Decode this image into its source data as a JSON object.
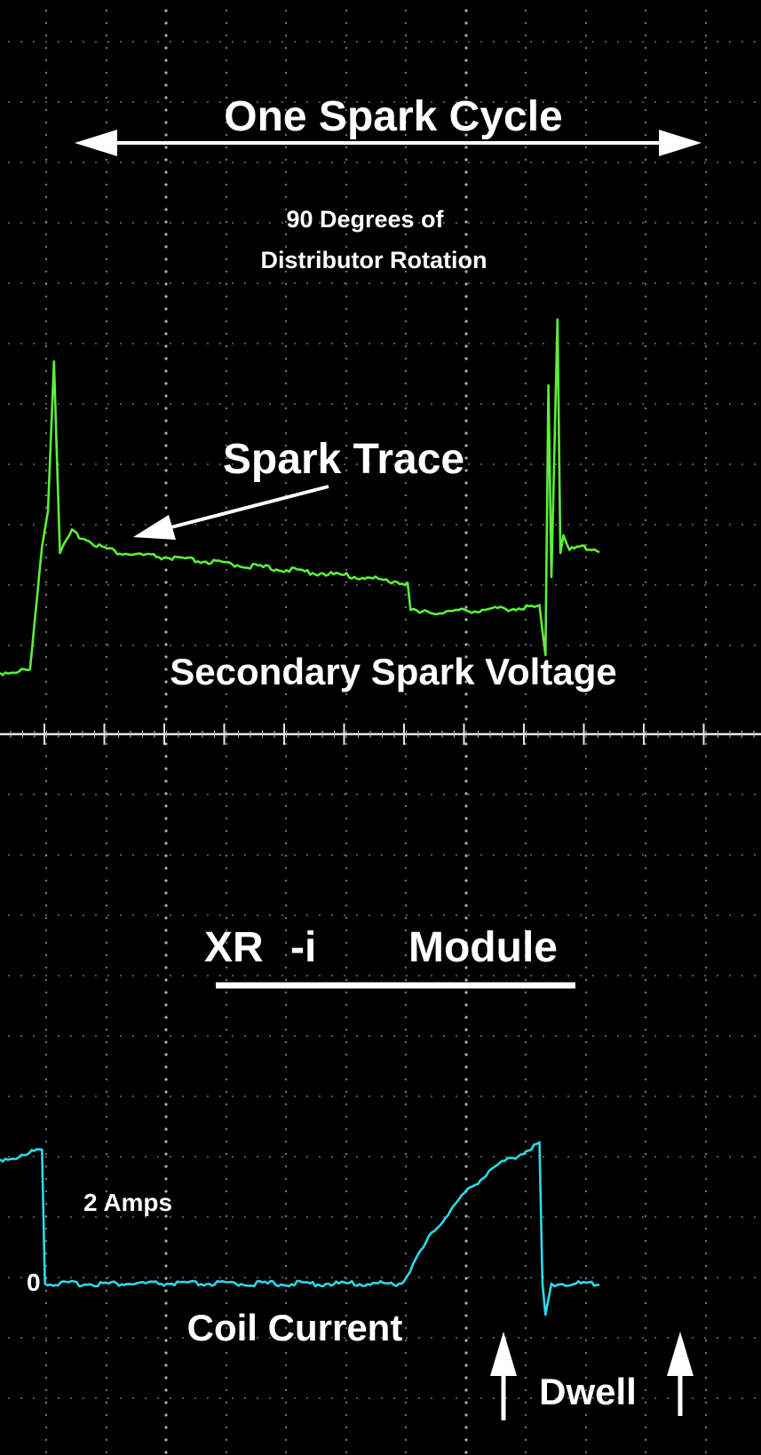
{
  "labels": {
    "cycle_title": "One Spark Cycle",
    "cycle_sub_1": "90 Degrees of",
    "cycle_sub_2": "Distributor Rotation",
    "spark_trace": "Spark Trace",
    "secondary_voltage": "Secondary Spark Voltage",
    "module_name_a": "XR",
    "module_name_b": "-i",
    "module_name_c": "Module",
    "amps_label": "2 Amps",
    "zero_label": "0",
    "coil_current": "Coil Current",
    "dwell": "Dwell"
  },
  "colors": {
    "background": "#000000",
    "voltage_trace": "#5cf03a",
    "current_trace": "#2fd8e8",
    "grid_dots": "#cfcfcf",
    "annotation": "#ffffff"
  },
  "chart_data": [
    {
      "type": "line",
      "title": "Secondary Spark Voltage",
      "series": [
        {
          "name": "Spark Trace",
          "x": [
            0,
            0.5,
            0.7,
            0.8,
            0.9,
            1.0,
            1.2,
            1.4,
            1.7,
            2.0,
            3.0,
            4.0,
            5.0,
            6.0,
            6.8,
            6.85,
            7.0,
            8.0,
            9.0,
            9.1,
            9.15,
            9.2,
            9.3,
            9.35,
            9.4,
            9.5,
            9.7,
            10.0
          ],
          "y": [
            -2.0,
            -1.95,
            0.1,
            0.7,
            3.2,
            0.0,
            0.35,
            0.25,
            0.1,
            0.0,
            -0.1,
            -0.2,
            -0.3,
            -0.4,
            -0.5,
            -0.95,
            -1.0,
            -0.95,
            -0.9,
            -1.7,
            2.8,
            -0.4,
            3.9,
            0.0,
            0.3,
            0.05,
            0.1,
            0.05
          ]
        }
      ],
      "annotations": [
        "One Spark Cycle",
        "90 Degrees of",
        "Distributor Rotation",
        "Spark Trace"
      ]
    },
    {
      "type": "line",
      "title": "Coil Current",
      "series": [
        {
          "name": "Coil Current",
          "x": [
            0,
            0.4,
            0.7,
            0.75,
            1.5,
            3.0,
            5.0,
            6.0,
            6.7,
            7.2,
            7.7,
            8.2,
            8.6,
            9.0,
            9.05,
            9.1,
            9.2,
            9.3,
            10.0
          ],
          "y": [
            2.0,
            2.05,
            2.2,
            0.0,
            0.0,
            0.0,
            0.0,
            0.0,
            0.0,
            0.8,
            1.4,
            1.85,
            2.05,
            2.25,
            0.0,
            -0.5,
            0.0,
            0.0,
            0.0
          ]
        }
      ],
      "annotations": [
        "2 Amps",
        "0",
        "Dwell"
      ]
    }
  ]
}
